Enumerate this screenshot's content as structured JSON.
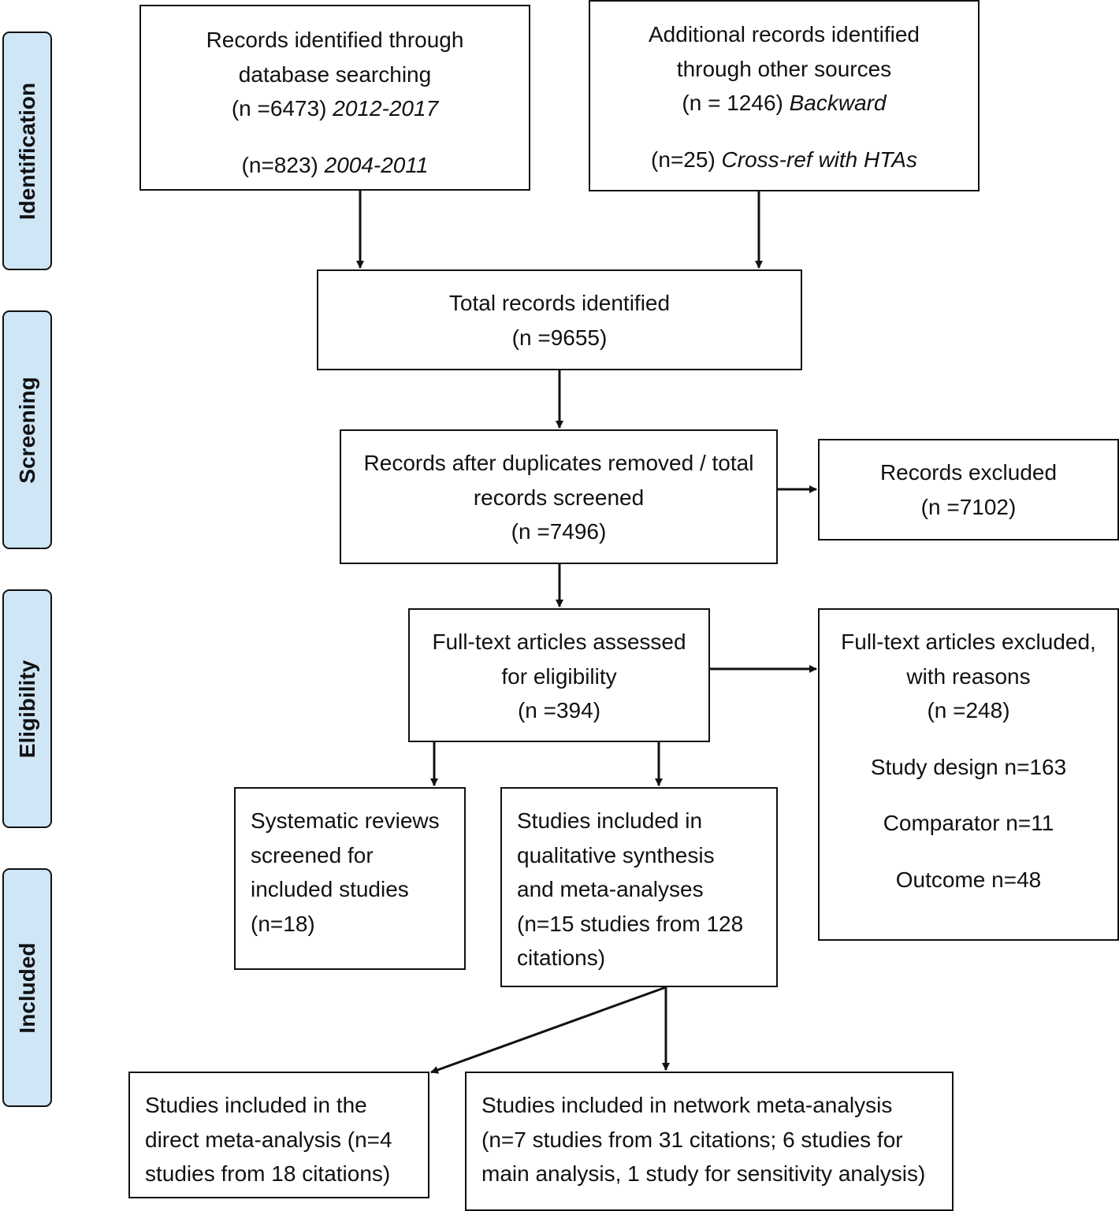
{
  "phases": [
    "Identification",
    "Screening",
    "Eligibility",
    "Included"
  ],
  "boxes": {
    "database": {
      "line1": "Records identified through",
      "line2": "database searching",
      "line3_n": "(n =6473) ",
      "line3_years": "2012-2017",
      "line4_n": "(n=823) ",
      "line4_years": "2004-2011"
    },
    "other_sources": {
      "line1": "Additional records identified",
      "line2": "through other sources",
      "line3_n": "(n = 1246) ",
      "line3_label": "Backward",
      "line4_n": "(n=25) ",
      "line4_label": "Cross-ref with HTAs"
    },
    "total": {
      "line1": "Total records identified",
      "line2": "(n =9655)"
    },
    "screened": {
      "line1": "Records after duplicates removed / total",
      "line2": "records screened",
      "line3": "(n =7496)"
    },
    "excluded": {
      "line1": "Records excluded",
      "line2": "(n =7102)"
    },
    "fulltext": {
      "line1": "Full-text articles assessed",
      "line2": "for eligibility",
      "line3": "(n =394)"
    },
    "fulltext_excluded": {
      "line1": "Full-text articles excluded,",
      "line2": "with reasons",
      "line3": "(n =248)",
      "reason1": "Study design n=163",
      "reason2": "Comparator n=11",
      "reason3": "Outcome n=48"
    },
    "systematic_reviews": {
      "line1": "Systematic reviews",
      "line2": "screened for",
      "line3": "included studies",
      "line4": "(n=18)"
    },
    "qualitative": {
      "line1": "Studies included in",
      "line2": "qualitative synthesis",
      "line3": "and meta-analyses",
      "line4": "(n=15 studies from 128",
      "line5": "citations)"
    },
    "direct_meta": {
      "line1": "Studies included in the",
      "line2": "direct meta-analysis (n=4",
      "line3": "studies from 18 citations)"
    },
    "network_meta": {
      "line1": "Studies included in network meta-analysis",
      "line2": "(n=7 studies from 31 citations; 6 studies for",
      "line3": "main analysis, 1 study for sensitivity analysis)"
    }
  }
}
